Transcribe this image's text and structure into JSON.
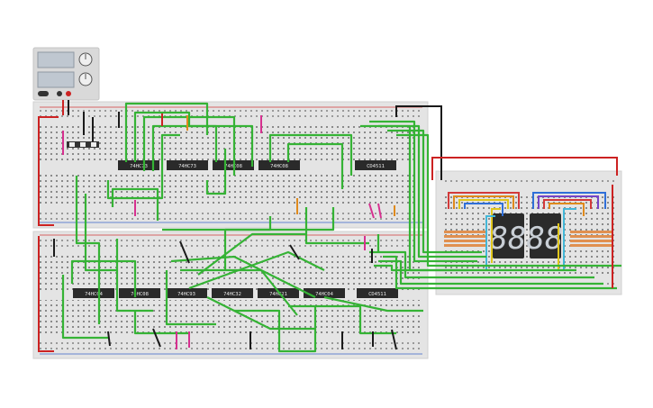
{
  "power_supply": {
    "body_color": "#d8d8d8",
    "display_color": "#bfc7d0",
    "knob_icon": "knob-icon",
    "terminal_icon": "terminal-icon"
  },
  "colors": {
    "board": "#e4e4e4",
    "hole": "#7d7d7d",
    "rail_red": "#d23a3a",
    "rail_blue": "#3a64c8",
    "wire_green": "#35b335",
    "wire_black": "#1a1a1a",
    "wire_red": "#cc2222",
    "wire_pink": "#d6308f",
    "wire_orange": "#e08a1c",
    "wire_yellow": "#e0c61c",
    "wire_blue": "#2f6fd8",
    "wire_cyan": "#43b7d8",
    "wire_purple": "#7444c8",
    "chip": "#2a2a2a",
    "segment": "#c9cfd6",
    "display_body": "#2b2b2b"
  },
  "boards": {
    "top": {
      "chips": [
        "74HC73",
        "74HC73",
        "74HC08",
        "74HC08",
        "CD4511"
      ]
    },
    "bottom": {
      "chips": [
        "74HC04",
        "74HC08",
        "74HC93",
        "74HC32",
        "74HC21",
        "74HC04",
        "CD4511"
      ]
    }
  },
  "displays": [
    {
      "name": "seven-segment-left"
    },
    {
      "name": "seven-segment-right"
    }
  ]
}
